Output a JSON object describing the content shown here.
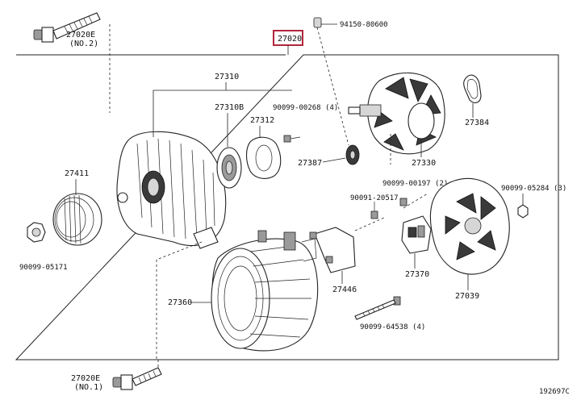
{
  "labels": {
    "assembly": "27020",
    "bolt_no2_part": "27020E",
    "bolt_no2_note": "(NO.2)",
    "bolt_no1_part": "27020E",
    "bolt_no1_note": "(NO.1)",
    "clip": "94150-80600",
    "frame_drive": "27310",
    "bearing_drive": "27310B",
    "bearing_retainer": "27312",
    "retainer_screw": "90099-00268 (4)",
    "rotor_bearing": "27387",
    "rotor": "27330",
    "rotor_ring": "27384",
    "pulley": "27411",
    "pulley_nut": "90099-05171",
    "stator": "27360",
    "plate": "27446",
    "plate_screw": "90091-20517",
    "brush_screw": "90099-00197 (2)",
    "brush_holder": "27370",
    "rear_cover": "27039",
    "cover_nut": "90099-05284 (3)",
    "through_bolt": "90099-64538 (4)",
    "diagram_code": "192697C"
  },
  "colors": {
    "highlight": "#b3263a",
    "line": "#222222"
  }
}
